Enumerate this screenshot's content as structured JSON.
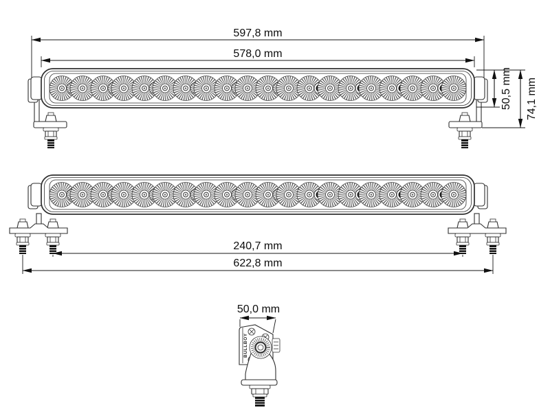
{
  "drawing": {
    "brand": "BULLBOY",
    "leds": {
      "count": 20,
      "groups": 10,
      "dark_small_groups": [
        7,
        8,
        9,
        10
      ]
    },
    "views": {
      "front": {
        "overall_width": "597,8 mm",
        "housing_width": "578,0 mm",
        "housing_height": "50,5 mm",
        "overall_height": "74,1 mm"
      },
      "mounted": {
        "inner_bolt_distance": "240,7 mm",
        "outer_bolt_distance": "622,8 mm"
      },
      "side": {
        "depth": "50,0 mm"
      }
    }
  }
}
